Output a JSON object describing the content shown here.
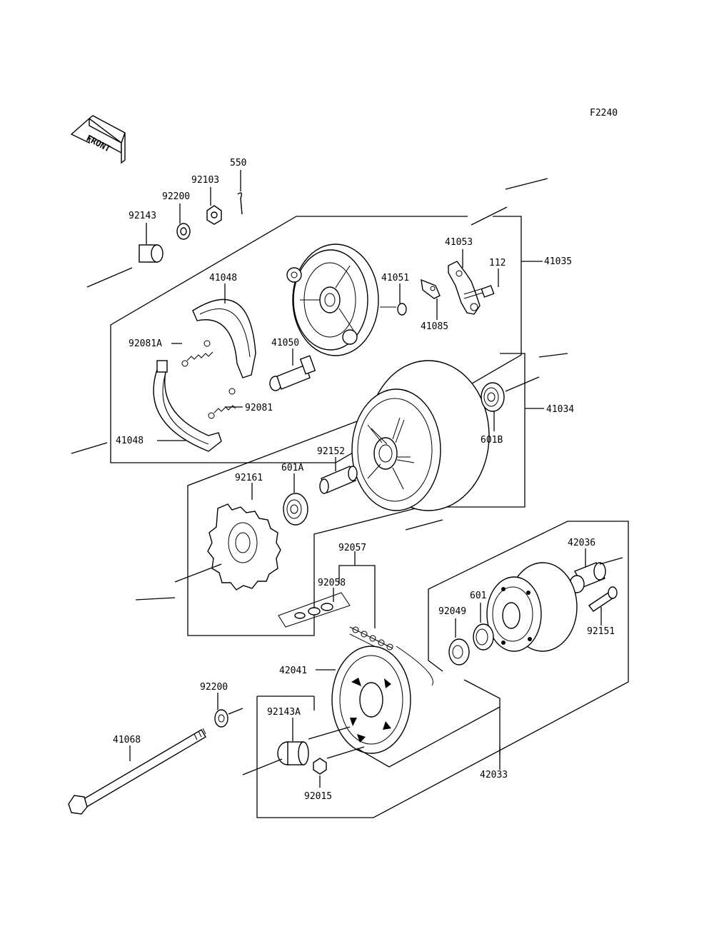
{
  "figure_code": "F2240",
  "front_label": "FRONT",
  "labels": {
    "p550": "550",
    "p92103": "92103",
    "p92200a": "92200",
    "p92143": "92143",
    "p41048a": "41048",
    "p41053": "41053",
    "p112": "112",
    "p41035": "41035",
    "p41051": "41051",
    "p41085": "41085",
    "p92081A": "92081A",
    "p41050": "41050",
    "p92081": "92081",
    "p41048b": "41048",
    "p41034": "41034",
    "p601B": "601B",
    "p92152": "92152",
    "p601A": "601A",
    "p92161": "92161",
    "p92057": "92057",
    "p92058": "92058",
    "p42036": "42036",
    "p601": "601",
    "p92049": "92049",
    "p92151": "92151",
    "p42041": "42041",
    "p92200b": "92200",
    "p92143A": "92143A",
    "p41068": "41068",
    "p42033": "42033",
    "p92015": "92015"
  }
}
